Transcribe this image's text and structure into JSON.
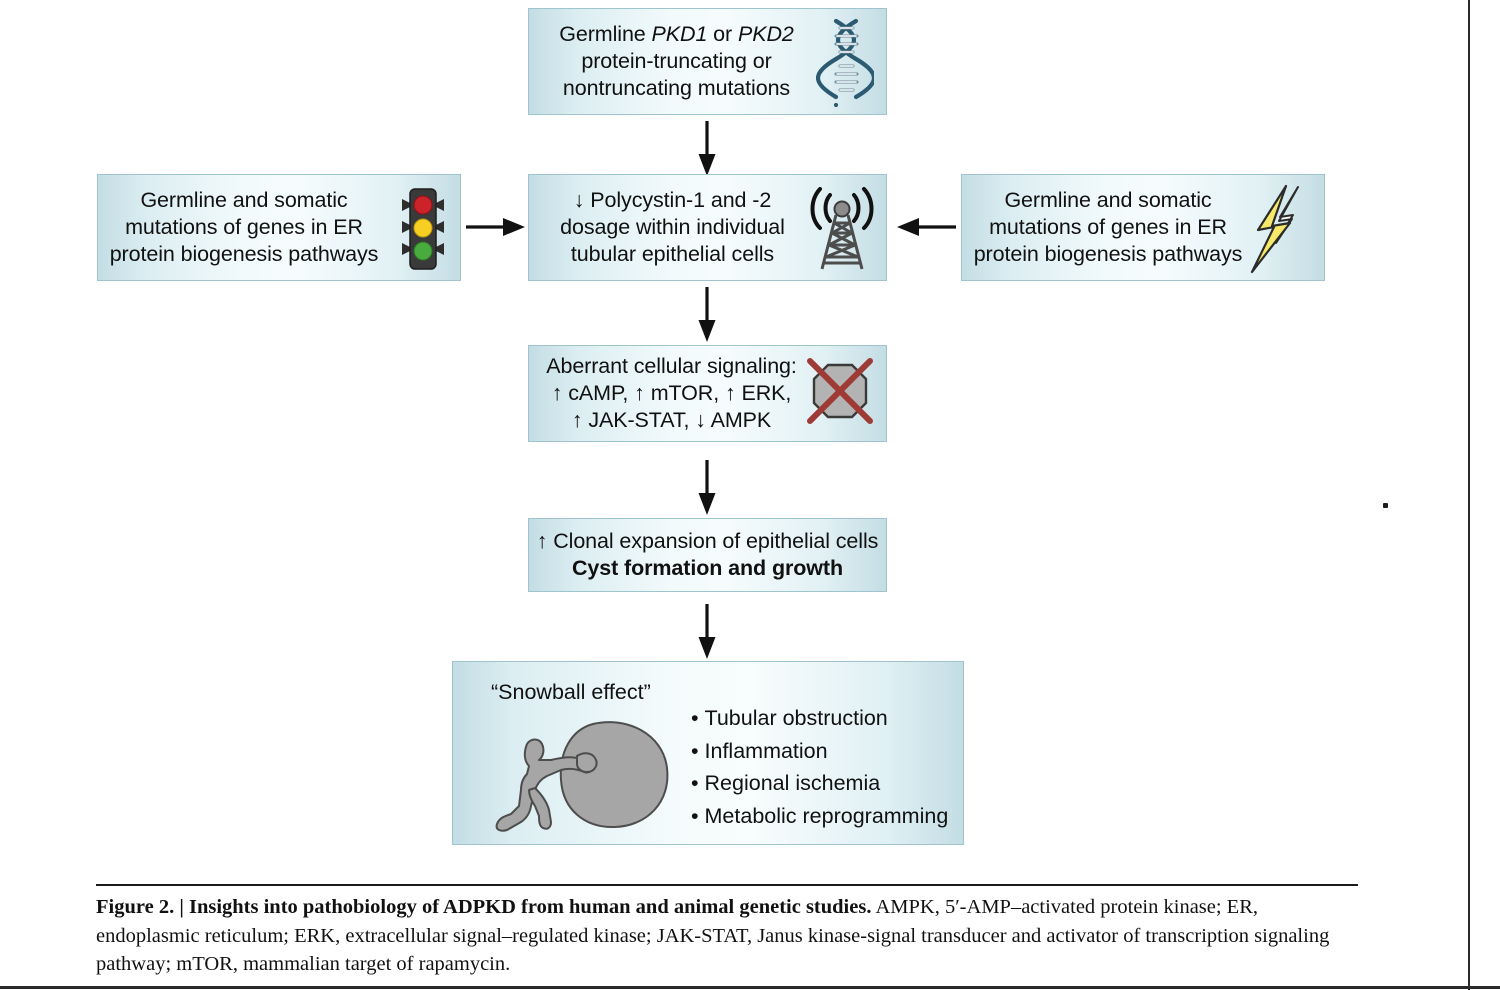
{
  "figure": {
    "boxes": [
      {
        "id": "germline-mutations",
        "lines": [
          "Germline <i>PKD1</i> or <i>PKD2</i>",
          "protein-truncating or",
          "nontruncating mutations"
        ],
        "icon": "dna-helix-icon"
      },
      {
        "id": "er-biogenesis-left",
        "lines": [
          "Germline and somatic",
          "mutations of genes in ER",
          "protein biogenesis pathways"
        ],
        "icon": "traffic-light-icon"
      },
      {
        "id": "polycystin-dosage",
        "lines": [
          "↓ Polycystin-1 and -2",
          "dosage within individual",
          "tubular epithelial cells"
        ],
        "icon": "broadcast-tower-icon"
      },
      {
        "id": "er-biogenesis-right",
        "lines": [
          "Germline and somatic",
          "mutations of genes in ER",
          "protein biogenesis pathways"
        ],
        "icon": "lightning-bolt-icon"
      },
      {
        "id": "aberrant-signaling",
        "lines": [
          "Aberrant cellular signaling:",
          "↑ cAMP, ↑ mTOR, ↑ ERK,",
          "↑ JAK-STAT, ↓ AMPK"
        ],
        "icon": "crossed-octagon-icon"
      },
      {
        "id": "clonal-expansion",
        "lines": [
          "↑ Clonal expansion of epithelial cells",
          "<b>Cyst formation and growth</b>"
        ],
        "icon": "none"
      }
    ],
    "snowball": {
      "label": "“Snowball effect”",
      "icon": "sisyphus-boulder-icon",
      "bullets": [
        "Tubular obstruction",
        "Inflammation",
        "Regional ischemia",
        "Metabolic reprogramming"
      ]
    },
    "arrows": [
      {
        "id": "arrow-top-to-polycystin",
        "direction": "down"
      },
      {
        "id": "arrow-left-to-polycystin",
        "direction": "right"
      },
      {
        "id": "arrow-right-to-polycystin",
        "direction": "left"
      },
      {
        "id": "arrow-polycystin-to-signaling",
        "direction": "down"
      },
      {
        "id": "arrow-signaling-to-clonal",
        "direction": "down"
      },
      {
        "id": "arrow-clonal-to-snowball",
        "direction": "down"
      }
    ]
  },
  "caption": {
    "figure_label": "Figure 2.",
    "separator": "|",
    "title": "Insights into pathobiology of ADPKD from human and animal genetic studies.",
    "body": " AMPK, 5′-AMP–activated protein kinase; ER, endoplasmic reticulum; ERK, extracellular signal–regulated kinase; JAK-STAT, Janus kinase-signal transducer and activator of transcription signaling pathway; mTOR, mammalian target of rapamycin."
  },
  "colors": {
    "box_border": "#9fc4ce",
    "box_fill_edge": "#c3dde4",
    "box_fill_center": "#f6fcfd",
    "arrow": "#111111",
    "traffic_red": "#cc2229",
    "traffic_yellow": "#f7cf23",
    "traffic_green": "#49ab3e",
    "bolt_yellow": "#f6e96a",
    "octagon_gray": "#b3b3b3",
    "octagon_cross": "#9e3b36",
    "boulder_gray": "#a6a6a6",
    "dna_strand": "#2c5a70"
  }
}
